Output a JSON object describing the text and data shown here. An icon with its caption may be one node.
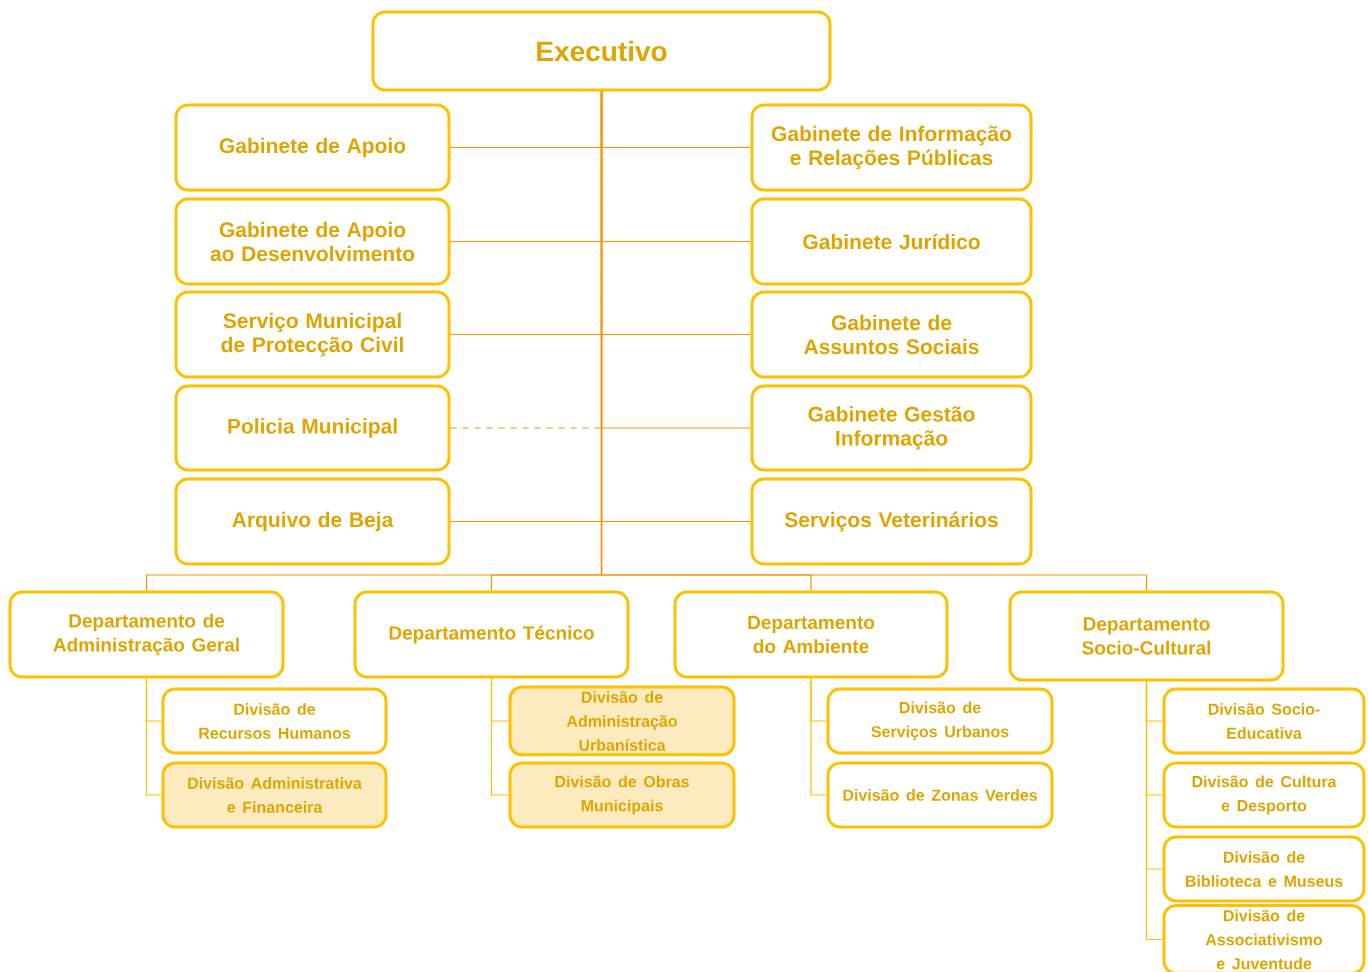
{
  "diagram": {
    "nodes": [
      {
        "text": [
          "Executivo"
        ]
      },
      {
        "text": [
          "Gabinete de Apoio"
        ]
      },
      {
        "text": [
          "Gabinete de Informação e Relações Públicas"
        ]
      },
      {
        "text": [
          "Gabinete de Apoio ao Desenvolvimento"
        ]
      },
      {
        "text": [
          "Gabinete Jurídico"
        ]
      },
      {
        "text": [
          "Serviço Municipal de Protecção Civil"
        ]
      },
      {
        "text": [
          "Gabinete de Assuntos Sociais"
        ]
      },
      {
        "text": [
          "Policia Municipal"
        ]
      },
      {
        "text": [
          "Gabinete Gestão Informação"
        ]
      },
      {
        "text": [
          "Arquivo de Beja"
        ]
      },
      {
        "text": [
          "Serviços Veterinários"
        ]
      },
      {
        "text": [
          "Departamento de Administração Geral"
        ]
      },
      {
        "text": [
          "Departamento Técnico"
        ]
      },
      {
        "text": [
          "Departamento do Ambiente"
        ]
      },
      {
        "text": [
          "Departamento Socio-Cultural"
        ]
      },
      {
        "text": [
          "Divisão de Recursos Humanos"
        ]
      },
      {
        "text": [
          "Divisão Administrativa e Financeira"
        ]
      },
      {
        "text": [
          "Divisão de Administração Urbanística"
        ]
      },
      {
        "text": [
          "Divisão de Obras Municipais"
        ]
      },
      {
        "text": [
          "Divisão de Serviços Urbanos"
        ]
      },
      {
        "text": [
          "Divisão de Zonas Verdes"
        ]
      },
      {
        "text": [
          "Divisão Socio-Educativa"
        ]
      },
      {
        "text": [
          "Divisão de Cultura e Desporto"
        ]
      },
      {
        "text": [
          "Divisão de Biblioteca e Museus"
        ]
      },
      {
        "text": [
          "Divisão de Associativismo e Juventude"
        ]
      }
    ],
    "edges": [
      {
        "from": 0,
        "to": 1,
        "arrow": "none"
      },
      {
        "from": 0,
        "to": 2,
        "arrow": "none"
      },
      {
        "from": 0,
        "to": 3,
        "arrow": "none"
      },
      {
        "from": 0,
        "to": 4,
        "arrow": "none"
      },
      {
        "from": 0,
        "to": 5,
        "arrow": "none"
      },
      {
        "from": 0,
        "to": 6,
        "arrow": "none"
      },
      {
        "from": 0,
        "to": 7,
        "arrow": "none",
        "style": "dashed"
      },
      {
        "from": 0,
        "to": 8,
        "arrow": "none"
      },
      {
        "from": 0,
        "to": 9,
        "arrow": "none"
      },
      {
        "from": 0,
        "to": 10,
        "arrow": "none"
      },
      {
        "from": 0,
        "to": 11,
        "arrow": "none"
      },
      {
        "from": 0,
        "to": 12,
        "arrow": "none"
      },
      {
        "from": 0,
        "to": 13,
        "arrow": "none"
      },
      {
        "from": 0,
        "to": 14,
        "arrow": "none"
      },
      {
        "from": 11,
        "to": 15,
        "arrow": "none",
        "color": "#ffc000"
      },
      {
        "from": 11,
        "to": 16,
        "arrow": "none",
        "color": "#ffc000"
      },
      {
        "from": 12,
        "to": 17,
        "arrow": "none",
        "color": "#ffc000"
      },
      {
        "from": 12,
        "to": 18,
        "arrow": "none",
        "color": "#ffc000"
      },
      {
        "from": 13,
        "to": 19,
        "arrow": "none",
        "color": "#ffc000"
      },
      {
        "from": 13,
        "to": 20,
        "arrow": "none",
        "color": "#ffc000"
      },
      {
        "from": 14,
        "to": 21,
        "arrow": "none",
        "color": "#ffc000"
      },
      {
        "from": 14,
        "to": 22,
        "arrow": "none",
        "color": "#ffc000"
      },
      {
        "from": 14,
        "to": 23,
        "arrow": "none",
        "color": "#ffc000"
      },
      {
        "from": 14,
        "to": 24,
        "arrow": "none",
        "color": "#ffc000"
      }
    ]
  }
}
